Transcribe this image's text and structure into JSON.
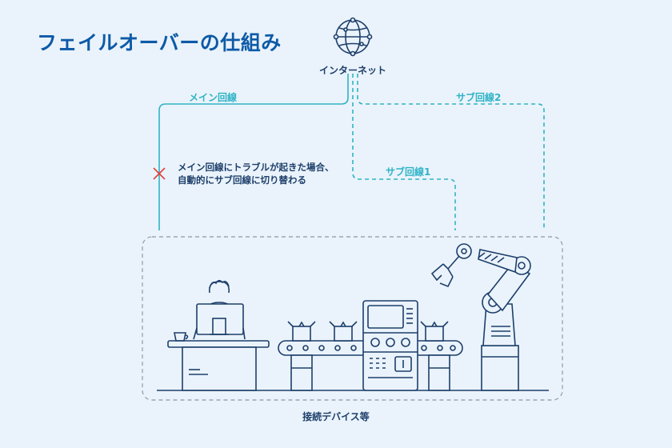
{
  "title": "フェイルオーバーの仕組み",
  "nodes": {
    "internet": "インターネット",
    "devices": "接続デバイス等"
  },
  "links": {
    "main": "メイン回線",
    "sub1": "サブ回線1",
    "sub2": "サブ回線2"
  },
  "note": {
    "line1": "メイン回線にトラブルが起きた場合、",
    "line2": "自動的にサブ回線に切り替わる"
  },
  "colors": {
    "title": "#0d5aa7",
    "line_main": "#2fb3c6",
    "line_sub": "#2fb3c6",
    "icon_stroke": "#1d3f6b",
    "fault_mark": "#e0403c",
    "background": "#eaf3fb"
  }
}
